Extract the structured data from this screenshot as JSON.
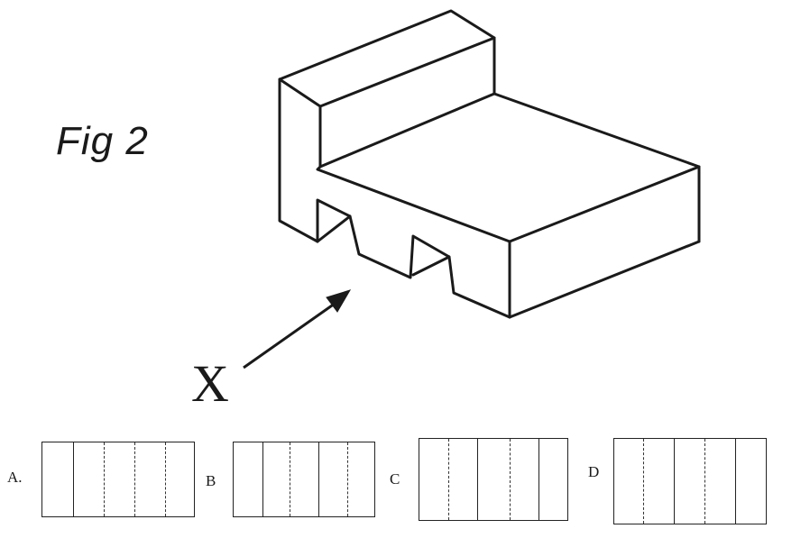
{
  "figure": {
    "title": "Fig 2",
    "view_label": "X"
  },
  "options": [
    {
      "label": "A",
      "punct": "."
    },
    {
      "label": "B",
      "punct": ""
    },
    {
      "label": "C",
      "punct": ""
    },
    {
      "label": "D",
      "punct": ""
    }
  ]
}
